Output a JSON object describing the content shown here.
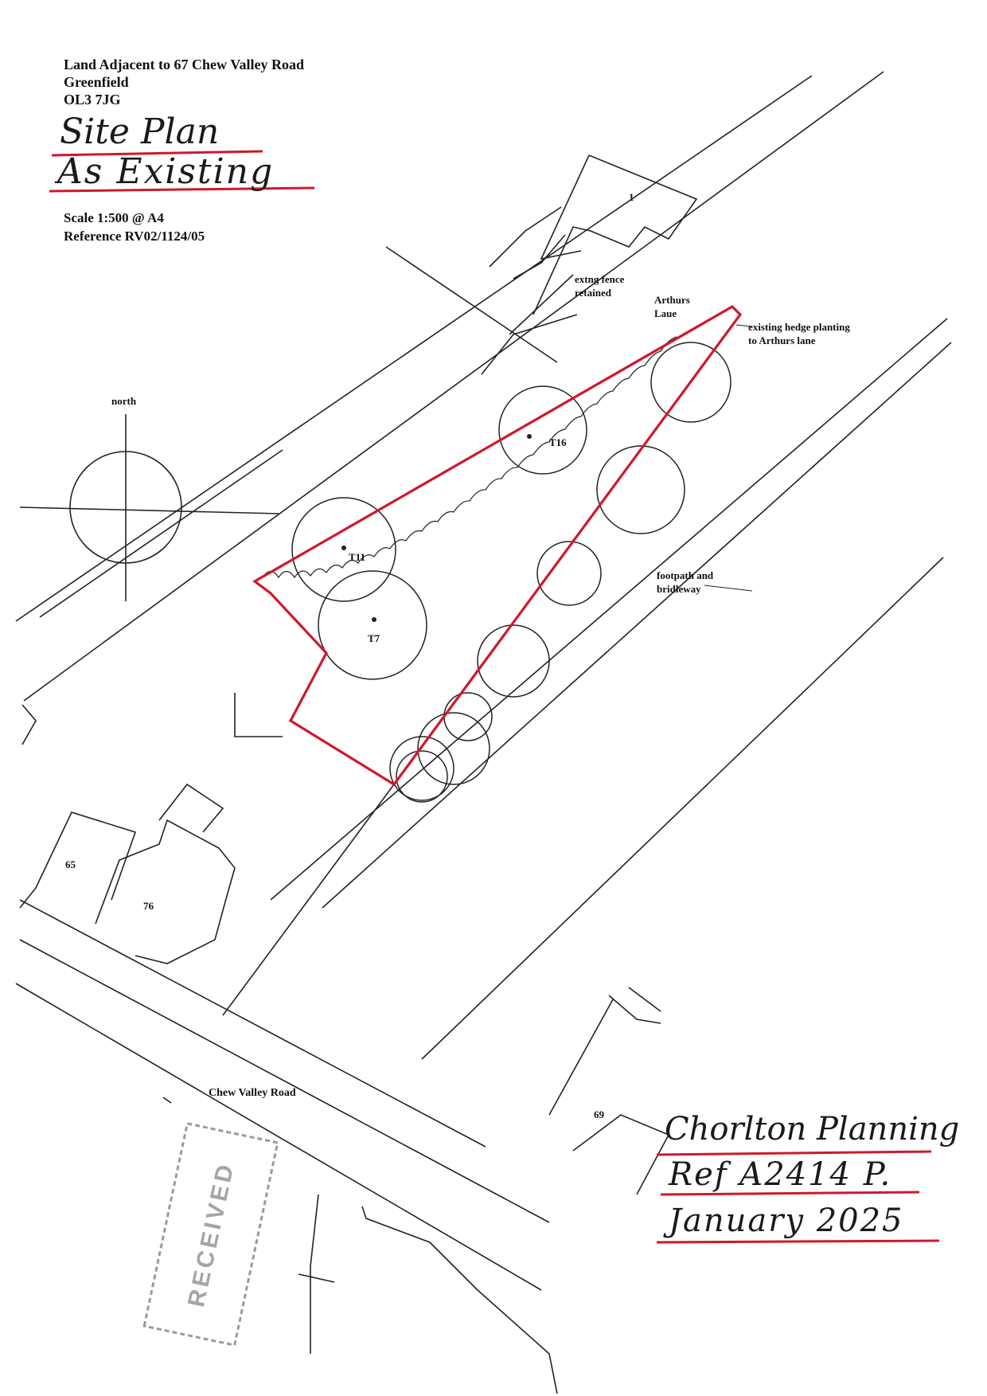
{
  "header": {
    "address_line1": "Land Adjacent to 67 Chew Valley Road",
    "address_line2": "Greenfield",
    "address_line3": "OL3 7JG",
    "title_line1": "Site Plan",
    "title_line2": "As Existing",
    "scale": "Scale 1:500 @ A4",
    "reference": "Reference RV02/1124/05"
  },
  "labels": {
    "north": "north",
    "house_1": "1",
    "fence": "extng fence retained",
    "fence_line1": "extng fence",
    "fence_line2": "retained",
    "lane_line1": "Arthurs",
    "lane_line2": "Laue",
    "hedge_line1": "existing hedge planting",
    "hedge_line2": "to Arthurs lane",
    "footpath_line1": "footpath and",
    "footpath_line2": "bridleway",
    "tree_t16": "T16",
    "tree_t11": "T11",
    "tree_t7": "T7",
    "house_65": "65",
    "house_76": "76",
    "house_69": "69",
    "road": "Chew Valley Road"
  },
  "signature": {
    "line1": "Chorlton Planning",
    "line2": "Ref A2414 P.",
    "line3": "January 2025"
  },
  "stamp": {
    "text": "RECEIVED"
  },
  "colors": {
    "boundary": "#d0182b",
    "ink": "#1a1a1a",
    "underline": "#d0182b"
  }
}
